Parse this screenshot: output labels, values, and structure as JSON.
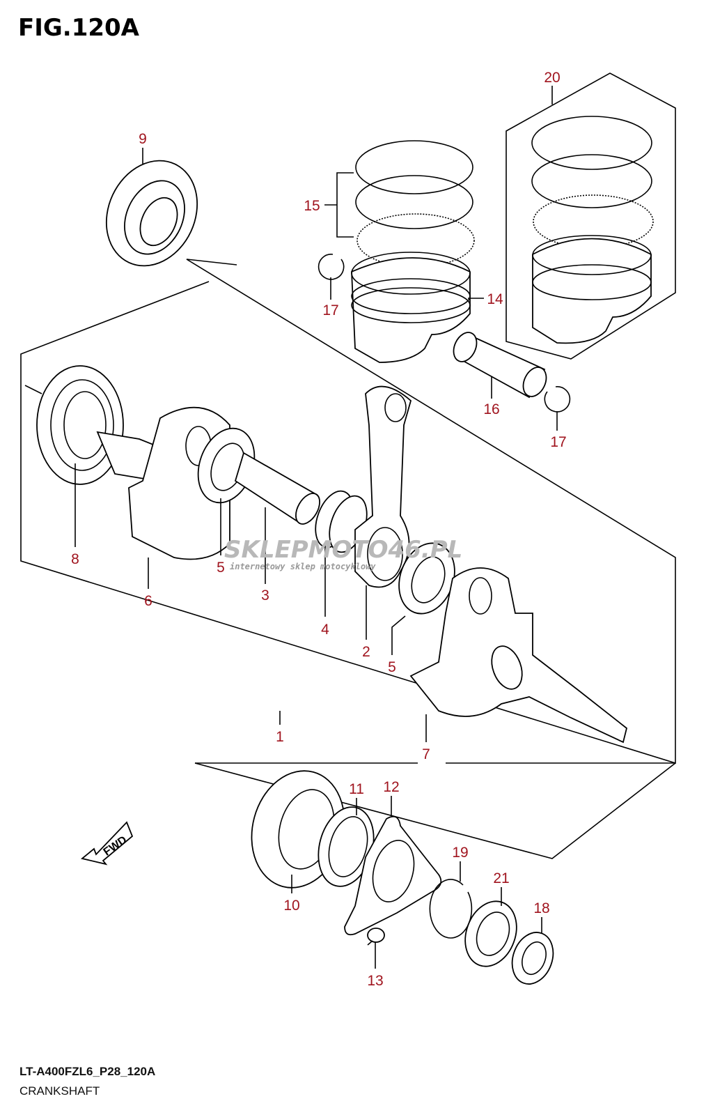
{
  "figure": {
    "title": "FIG.120A",
    "code": "LT-A400FZL6_P28_120A",
    "name": "CRANKSHAFT"
  },
  "watermark": {
    "brand": "SKLEPMOTO46.PL",
    "tagline": "internetowy sklep motocyklowy"
  },
  "fwd_label": "FWD",
  "callouts": [
    "1",
    "2",
    "3",
    "4",
    "5",
    "5",
    "6",
    "7",
    "8",
    "9",
    "10",
    "11",
    "12",
    "13",
    "14",
    "15",
    "16",
    "17",
    "17",
    "18",
    "19",
    "20",
    "21"
  ],
  "colors": {
    "callout": "#a0141e",
    "lines": "#000000"
  }
}
